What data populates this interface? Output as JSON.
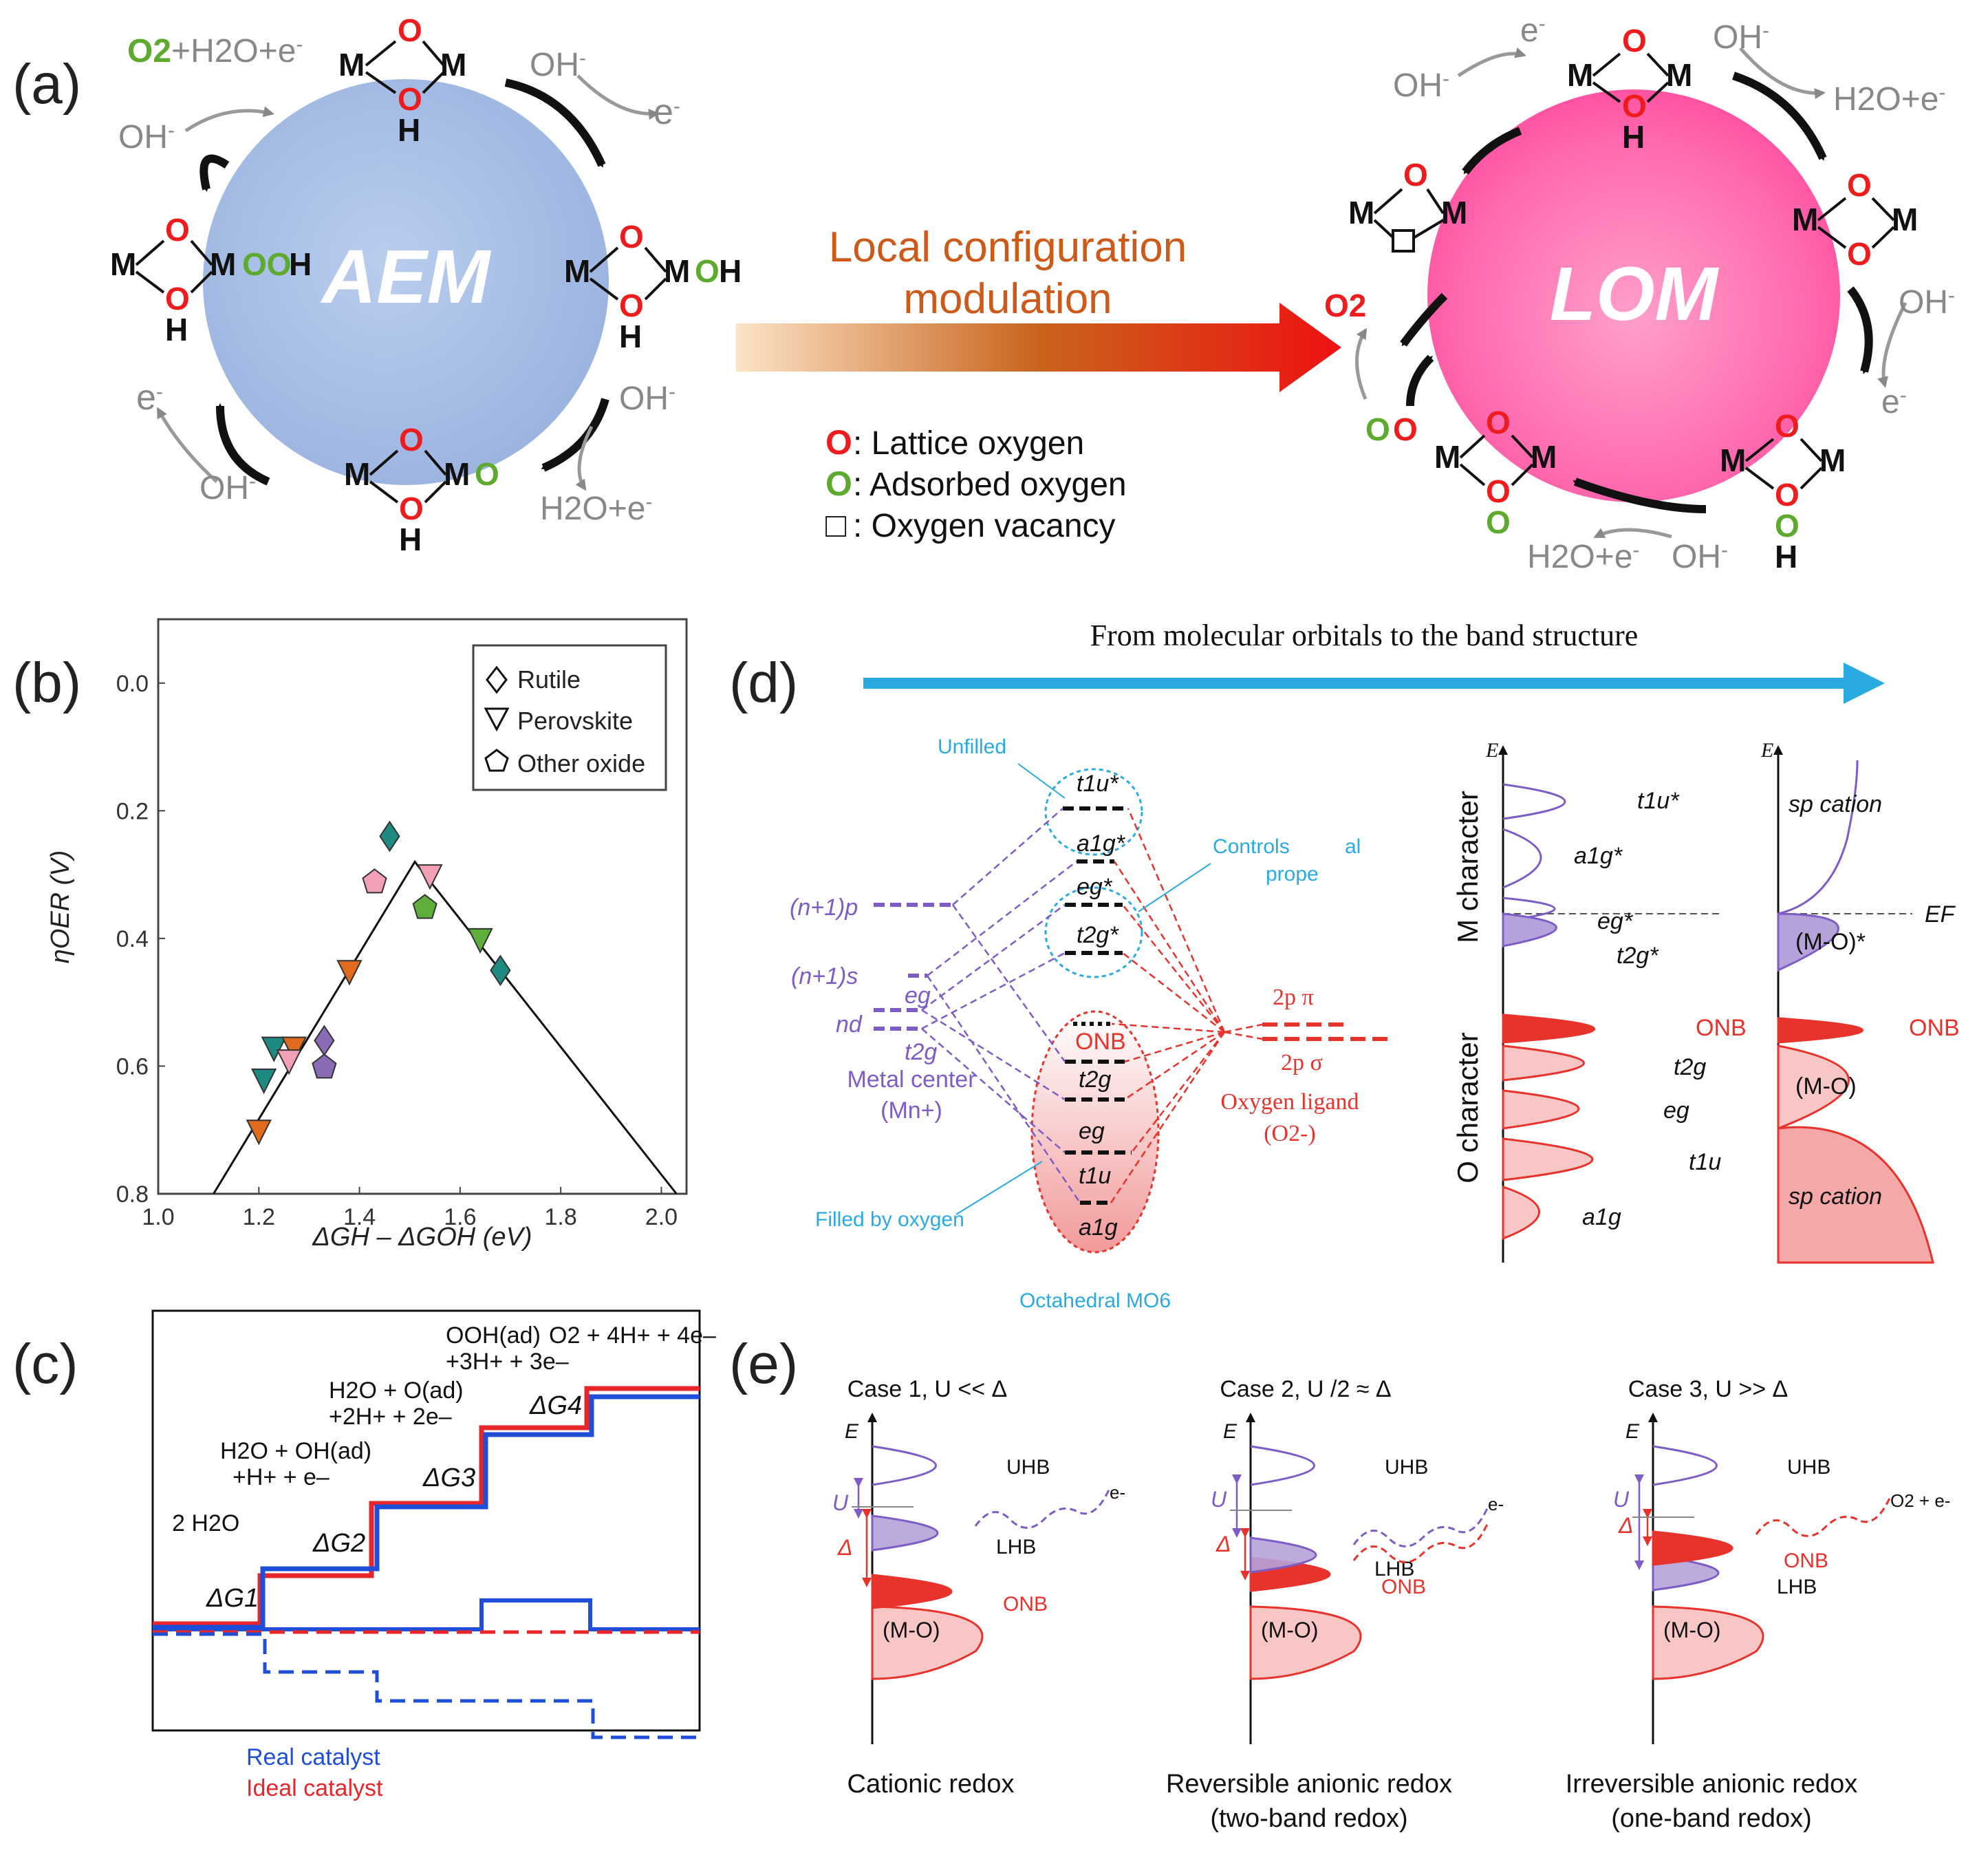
{
  "colors": {
    "lattice_o": "#ee1c1c",
    "adsorbed_o": "#5daa2e",
    "aem_sphere": "#9db5e0",
    "lom_sphere": "#ff5fa6",
    "orbital_purple": "#7d5cc6",
    "orbital_red": "#e8332d",
    "orbital_blue": "#29abe2",
    "real_catalyst": "#1f4fd8",
    "ideal_catalyst": "#e8262a",
    "arrow_gradient_end": "#ee1111",
    "arrow_gradient_mid": "#c0601a",
    "local_config_text": "#cc5a1a"
  },
  "panel_a": {
    "label": "(a)",
    "aem_label": "AEM",
    "lom_label": "LOM",
    "transition": [
      "Local configuration",
      "modulation"
    ],
    "legend": [
      {
        "symbol": "O",
        "text": ": Lattice oxygen"
      },
      {
        "symbol": "O",
        "text": ": Adsorbed oxygen"
      },
      {
        "symbol": "□",
        "text": ": Oxygen vacancy"
      }
    ],
    "aem_species": {
      "products": "O2+H2O+e-",
      "oh": "OH-",
      "e": "e-",
      "h2o": "H2O+e-"
    }
  },
  "panel_b": {
    "label": "(b)",
    "xlabel": "ΔGH – ΔGOH (eV)",
    "ylabel": "ηOER (V)",
    "legend": [
      "Rutile",
      "Perovskite",
      "Other oxide"
    ]
  },
  "chart_data": {
    "type": "scatter",
    "xlabel": "ΔGH – ΔGOH (eV)",
    "ylabel": "ηOER (V)",
    "xlim": [
      1.0,
      2.05
    ],
    "ylim": [
      0.8,
      -0.1
    ],
    "x_ticks": [
      1.0,
      1.2,
      1.4,
      1.6,
      1.8,
      2.0
    ],
    "y_ticks": [
      0.0,
      0.2,
      0.4,
      0.6,
      0.8
    ],
    "legend_placement": "top-right",
    "volcano_line": [
      [
        1.11,
        0.8
      ],
      [
        1.51,
        0.28
      ],
      [
        2.03,
        0.8
      ]
    ],
    "series": [
      {
        "name": "Rutile",
        "points": [
          {
            "x": 1.46,
            "y": 0.24,
            "color": "#1f8a82"
          },
          {
            "x": 1.68,
            "y": 0.45,
            "color": "#1f8a82"
          },
          {
            "x": 1.33,
            "y": 0.56,
            "color": "#8a6bb5"
          }
        ]
      },
      {
        "name": "Perovskite",
        "points": [
          {
            "x": 1.54,
            "y": 0.3,
            "color": "#f2a0b6"
          },
          {
            "x": 1.64,
            "y": 0.4,
            "color": "#5fae3c"
          },
          {
            "x": 1.38,
            "y": 0.45,
            "color": "#e06a1e"
          },
          {
            "x": 1.23,
            "y": 0.57,
            "color": "#1f8a82"
          },
          {
            "x": 1.27,
            "y": 0.57,
            "color": "#e06a1e"
          },
          {
            "x": 1.21,
            "y": 0.62,
            "color": "#1f8a82"
          },
          {
            "x": 1.26,
            "y": 0.59,
            "color": "#f2a0b6"
          },
          {
            "x": 1.2,
            "y": 0.7,
            "color": "#e06a1e"
          }
        ]
      },
      {
        "name": "Other oxide",
        "points": [
          {
            "x": 1.43,
            "y": 0.31,
            "color": "#f2a0b6"
          },
          {
            "x": 1.53,
            "y": 0.35,
            "color": "#5fae3c"
          },
          {
            "x": 1.33,
            "y": 0.6,
            "color": "#8a6bb5"
          }
        ]
      }
    ]
  },
  "panel_c": {
    "label": "(c)",
    "species": {
      "s1": "2 H2O",
      "s2": [
        "H2O + OH(ad)",
        "+H+ + e–"
      ],
      "s3": [
        "H2O + O(ad)",
        "+2H+ + 2e–"
      ],
      "s4": [
        "OOH(ad)",
        "+3H+ + 3e–"
      ],
      "s5": "O2 + 4H+ + 4e–"
    },
    "steps": [
      "ΔG1",
      "ΔG2",
      "ΔG3",
      "ΔG4"
    ],
    "legend": [
      "Real catalyst",
      "Ideal catalyst"
    ]
  },
  "panel_d": {
    "label": "(d)",
    "title": "From molecular orbitals to the band structure",
    "unfilled": "Unfilled",
    "controls": [
      "Controls",
      "al",
      "prope"
    ],
    "filled": "Filled by oxygen",
    "octahedral": "Octahedral MO6",
    "metal_levels": [
      "(n+1)p",
      "(n+1)s",
      "nd",
      "eg",
      "t2g"
    ],
    "metal_center": [
      "Metal center",
      "(Mn+)"
    ],
    "oxygen_levels": [
      "2p π",
      "2p σ"
    ],
    "oxygen_ligand": [
      "Oxygen ligand",
      "(O2-)"
    ],
    "mo_levels": [
      "t1u*",
      "a1g*",
      "eg*",
      "t2g*",
      "ONB",
      "t2g",
      "eg",
      "t1u",
      "a1g"
    ],
    "band1": {
      "axis": "E",
      "m_character": "M character",
      "o_character": "O character",
      "labels": [
        "t1u*",
        "a1g*",
        "eg*",
        "t2g*",
        "ONB",
        "t2g",
        "eg",
        "t1u",
        "a1g"
      ]
    },
    "band2": {
      "axis": "E",
      "labels": [
        "sp cation",
        "EF",
        "(M-O)*",
        "ONB",
        "(M-O)",
        "sp cation"
      ]
    }
  },
  "panel_e": {
    "label": "(e)",
    "cases": [
      {
        "title": "Case 1, U << Δ",
        "caption": [
          "Cationic redox"
        ],
        "e": "E",
        "uhb": "UHB",
        "lhb": "LHB",
        "onb": "ONB",
        "mo": "(M-O)",
        "u": "U",
        "d": "Δ",
        "out": "e-"
      },
      {
        "title": "Case 2, U /2 ≈ Δ",
        "caption": [
          "Reversible anionic redox",
          "(two-band redox)"
        ],
        "e": "E",
        "uhb": "UHB",
        "lhb": "LHB",
        "onb": "ONB",
        "mo": "(M-O)",
        "u": "U",
        "d": "Δ",
        "out": "e-"
      },
      {
        "title": "Case 3, U >> Δ",
        "caption": [
          "Irreversible anionic redox",
          "(one-band redox)"
        ],
        "e": "E",
        "uhb": "UHB",
        "lhb": "LHB",
        "onb": "ONB",
        "mo": "(M-O)",
        "u": "U",
        "d": "Δ",
        "out": "O2 + e-"
      }
    ]
  }
}
